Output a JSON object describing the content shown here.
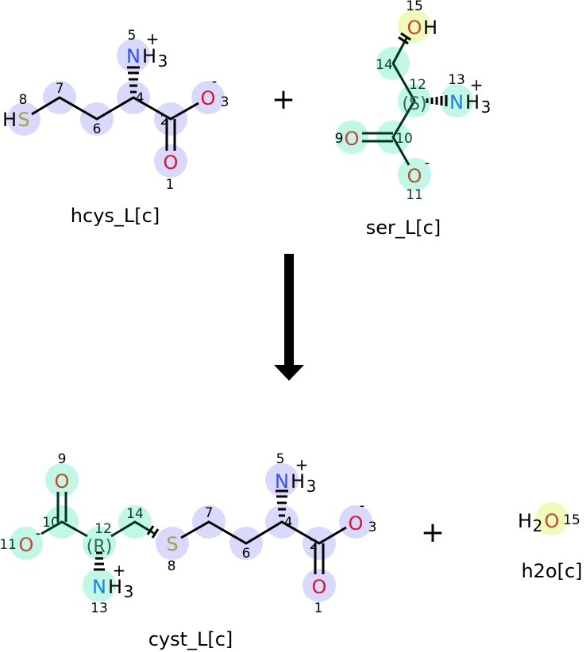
{
  "reactants": [
    {
      "name": "hcys_L[c]",
      "atoms": {
        "1": "O",
        "2": "C",
        "3": "O",
        "4": "C",
        "5": "N",
        "6": "C",
        "7": "C",
        "8": "S"
      },
      "h": "H",
      "h3": "H",
      "sub3": "3",
      "plus": "+",
      "minus": "-",
      "numbers": [
        "1",
        "2",
        "3",
        "4",
        "5",
        "6",
        "7",
        "8"
      ]
    },
    {
      "name": "ser_L[c]",
      "atoms": {
        "9": "O",
        "11": "O",
        "13": "N",
        "15": "O"
      },
      "stereo": "(S)",
      "h": "H",
      "h3": "H",
      "sub3": "3",
      "plus": "+",
      "minus": "-",
      "numbers": [
        "9",
        "10",
        "11",
        "12",
        "13",
        "14",
        "15"
      ]
    }
  ],
  "products": [
    {
      "name": "cyst_L[c]",
      "atoms": {
        "1": "O",
        "3": "O",
        "5": "N",
        "8": "S",
        "9": "O",
        "11": "O",
        "13": "N"
      },
      "stereo": "(R)",
      "h": "H",
      "sub3": "3",
      "plus": "+",
      "minus": "-",
      "numbers": [
        "1",
        "2",
        "3",
        "4",
        "5",
        "6",
        "7",
        "8",
        "9",
        "10",
        "11",
        "12",
        "13",
        "14"
      ]
    },
    {
      "name": "h2o[c]",
      "atoms": {
        "15": "O"
      },
      "h": "H",
      "sub2": "2",
      "numbers": [
        "15"
      ]
    }
  ],
  "operators": {
    "plus": "+"
  },
  "colors": {
    "reactant1_highlight": "#d9d9fb",
    "reactant2_highlight": "#c0f8e5",
    "water_highlight": "#effbba"
  }
}
